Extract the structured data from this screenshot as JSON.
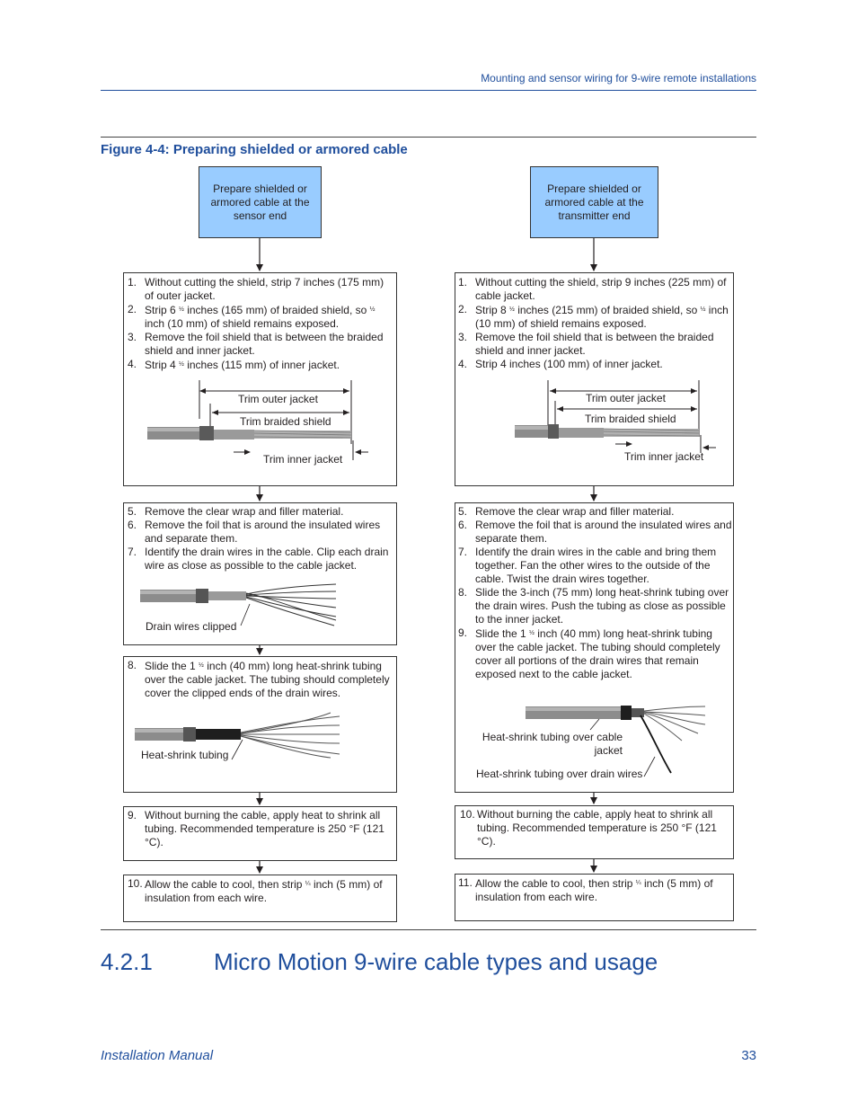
{
  "header": {
    "title": "Mounting and sensor wiring for 9-wire remote installations"
  },
  "figure": {
    "caption": "Figure 4-4:   Preparing shielded or armored cable"
  },
  "sensor_end": {
    "start": "Prepare shielded or armored cable at the sensor end",
    "box1": {
      "steps": [
        {
          "num": "1.",
          "text": "Without cutting the shield, strip 7 inches (175 mm) of outer jacket."
        },
        {
          "num": "2.",
          "pre": "Strip 6 ",
          "frac": "½",
          "mid": " inches (165 mm) of braided  shield, so ",
          "frac2": "½",
          "post": " inch (10 mm) of shield remains exposed."
        },
        {
          "num": "3.",
          "text": "Remove the foil shield that is between the braided shield and inner jacket."
        },
        {
          "num": "4.",
          "pre": "Strip 4 ",
          "frac": "½",
          "post": " inches (115 mm) of inner jacket."
        }
      ],
      "labels": {
        "outer": "Trim outer jacket",
        "braided": "Trim braided shield",
        "inner": "Trim inner jacket"
      }
    },
    "box2": {
      "steps": [
        {
          "num": "5.",
          "text": "Remove the clear wrap and filler material."
        },
        {
          "num": "6.",
          "text": "Remove the foil that is around the insulated wires and separate them."
        },
        {
          "num": "7.",
          "text": "Identify the drain wires in the cable. Clip each drain wire as close as possible to the cable jacket."
        }
      ],
      "label": "Drain wires clipped"
    },
    "box3": {
      "steps": [
        {
          "num": "8.",
          "pre": "Slide the 1 ",
          "frac": "½",
          "post": " inch (40 mm) long heat-shrink tubing over the cable jacket. The tubing should completely cover the clipped ends of the drain wires."
        }
      ],
      "label": "Heat-shrink tubing"
    },
    "box4": {
      "steps": [
        {
          "num": "9.",
          "text": "Without burning the cable, apply heat to shrink all tubing. Recommended temperature is 250 °F (121 °C)."
        }
      ]
    },
    "box5": {
      "steps": [
        {
          "num": "10.",
          "pre": "Allow the cable to cool, then strip ",
          "frac": "¼",
          "post": " inch (5 mm) of insulation from each wire."
        }
      ]
    }
  },
  "transmitter_end": {
    "start": "Prepare shielded or armored cable at the transmitter end",
    "box1": {
      "steps": [
        {
          "num": "1.",
          "text": "Without cutting the shield, strip 9 inches (225 mm) of cable jacket."
        },
        {
          "num": "2.",
          "pre": "Strip 8 ",
          "frac": "½",
          "mid": " inches (215 mm) of braided  shield, so ",
          "frac2": "½",
          "post": " inch (10 mm) of shield remains exposed."
        },
        {
          "num": "3.",
          "text": "Remove the foil shield that is between the braided shield and inner jacket."
        },
        {
          "num": "4.",
          "text": "Strip 4 inches (100 mm) of inner jacket."
        }
      ],
      "labels": {
        "outer": "Trim outer jacket",
        "braided": "Trim braided shield",
        "inner": "Trim inner jacket"
      }
    },
    "box2": {
      "steps": [
        {
          "num": "5.",
          "text": "Remove the clear wrap and filler material."
        },
        {
          "num": "6.",
          "text": "Remove the foil that is around the insulated wires and separate them."
        },
        {
          "num": "7.",
          "text": "Identify the drain wires in the cable and bring them together. Fan the other wires to the outside of the cable. Twist the drain wires together."
        },
        {
          "num": "8.",
          "text": "Slide the 3-inch (75 mm) long heat-shrink tubing over the drain wires. Push the tubing as close as possible to the inner jacket."
        },
        {
          "num": "9.",
          "pre": "Slide the 1 ",
          "frac": "½",
          "post": " inch (40 mm) long heat-shrink tubing over the cable jacket. The tubing should completely cover all portions of the drain wires that remain exposed next to the cable jacket."
        }
      ],
      "label_cable": "Heat-shrink tubing over cable jacket",
      "label_drain": "Heat-shrink tubing over drain wires"
    },
    "box3": {
      "steps": [
        {
          "num": "10.",
          "text": "Without burning the cable, apply heat to shrink all tubing. Recommended temperature is 250 °F (121 °C)."
        }
      ]
    },
    "box4": {
      "steps": [
        {
          "num": "11.",
          "pre": "Allow the cable to cool, then strip ",
          "frac": "¼",
          "post": " inch (5 mm) of insulation from each wire."
        }
      ]
    }
  },
  "section": {
    "number": "4.2.1",
    "title": "Micro Motion 9-wire cable types and usage"
  },
  "footer": {
    "left": "Installation Manual",
    "right": "33"
  },
  "colors": {
    "accent": "#1f4e9c",
    "start_box": "#99ccff"
  }
}
